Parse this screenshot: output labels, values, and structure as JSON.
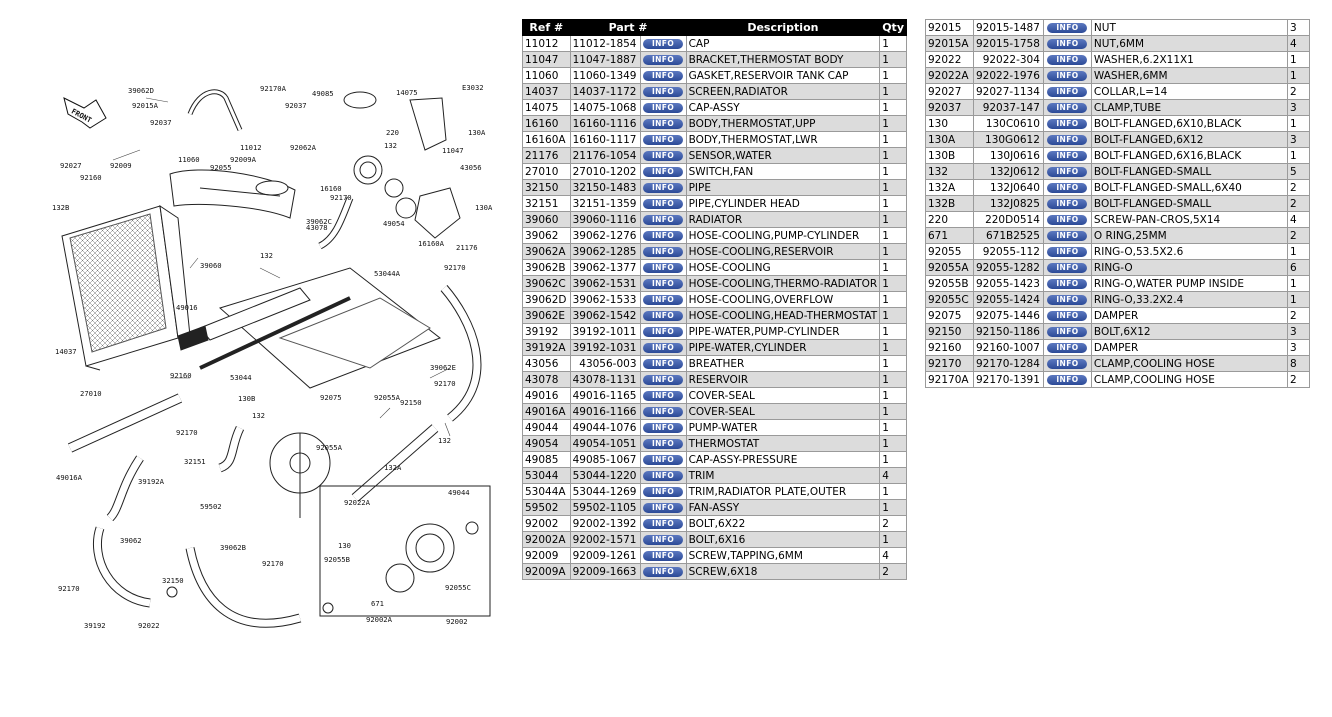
{
  "diagram": {
    "code": "E3032",
    "front_label": "FRONT",
    "callouts": [
      "39062D",
      "92170A",
      "92015A",
      "92037",
      "92037",
      "11060",
      "11012",
      "92009A",
      "92027",
      "92160",
      "92009",
      "132B",
      "39060",
      "14037",
      "92160",
      "27010",
      "132",
      "49016",
      "53044",
      "53044A",
      "49016A",
      "39192A",
      "39062",
      "92170",
      "39192",
      "92022",
      "130B",
      "132",
      "92075",
      "92170",
      "92150",
      "92055A",
      "32151",
      "59502",
      "39062B",
      "92170",
      "32150",
      "92002A",
      "671",
      "92002",
      "49044",
      "92055C",
      "92055B",
      "130",
      "92022A",
      "132A",
      "132",
      "92055",
      "16160",
      "92170",
      "39062C",
      "43078",
      "49085",
      "14075",
      "220",
      "130A",
      "11047",
      "43056",
      "130A",
      "49054",
      "16160A",
      "21176",
      "92170",
      "39062E",
      "92170",
      "92055A",
      "132",
      "92062A"
    ]
  },
  "table_headers": {
    "ref": "Ref #",
    "part": "Part #",
    "description": "Description",
    "qty": "Qty"
  },
  "info_label": "INFO",
  "left_rows": [
    {
      "ref": "11012",
      "part": "11012-1854",
      "desc": "CAP",
      "qty": "1"
    },
    {
      "ref": "11047",
      "part": "11047-1887",
      "desc": "BRACKET,THERMOSTAT BODY",
      "qty": "1"
    },
    {
      "ref": "11060",
      "part": "11060-1349",
      "desc": "GASKET,RESERVOIR TANK CAP",
      "qty": "1"
    },
    {
      "ref": "14037",
      "part": "14037-1172",
      "desc": "SCREEN,RADIATOR",
      "qty": "1"
    },
    {
      "ref": "14075",
      "part": "14075-1068",
      "desc": "CAP-ASSY",
      "qty": "1"
    },
    {
      "ref": "16160",
      "part": "16160-1116",
      "desc": "BODY,THERMOSTAT,UPP",
      "qty": "1"
    },
    {
      "ref": "16160A",
      "part": "16160-1117",
      "desc": "BODY,THERMOSTAT,LWR",
      "qty": "1"
    },
    {
      "ref": "21176",
      "part": "21176-1054",
      "desc": "SENSOR,WATER",
      "qty": "1"
    },
    {
      "ref": "27010",
      "part": "27010-1202",
      "desc": "SWITCH,FAN",
      "qty": "1"
    },
    {
      "ref": "32150",
      "part": "32150-1483",
      "desc": "PIPE",
      "qty": "1"
    },
    {
      "ref": "32151",
      "part": "32151-1359",
      "desc": "PIPE,CYLINDER HEAD",
      "qty": "1"
    },
    {
      "ref": "39060",
      "part": "39060-1116",
      "desc": "RADIATOR",
      "qty": "1"
    },
    {
      "ref": "39062",
      "part": "39062-1276",
      "desc": "HOSE-COOLING,PUMP-CYLINDER",
      "qty": "1"
    },
    {
      "ref": "39062A",
      "part": "39062-1285",
      "desc": "HOSE-COOLING,RESERVOIR",
      "qty": "1"
    },
    {
      "ref": "39062B",
      "part": "39062-1377",
      "desc": "HOSE-COOLING",
      "qty": "1"
    },
    {
      "ref": "39062C",
      "part": "39062-1531",
      "desc": "HOSE-COOLING,THERMO-RADIATOR",
      "qty": "1"
    },
    {
      "ref": "39062D",
      "part": "39062-1533",
      "desc": "HOSE-COOLING,OVERFLOW",
      "qty": "1"
    },
    {
      "ref": "39062E",
      "part": "39062-1542",
      "desc": "HOSE-COOLING,HEAD-THERMOSTAT",
      "qty": "1"
    },
    {
      "ref": "39192",
      "part": "39192-1011",
      "desc": "PIPE-WATER,PUMP-CYLINDER",
      "qty": "1"
    },
    {
      "ref": "39192A",
      "part": "39192-1031",
      "desc": "PIPE-WATER,CYLINDER",
      "qty": "1"
    },
    {
      "ref": "43056",
      "part": "43056-003",
      "desc": "BREATHER",
      "qty": "1"
    },
    {
      "ref": "43078",
      "part": "43078-1131",
      "desc": "RESERVOIR",
      "qty": "1"
    },
    {
      "ref": "49016",
      "part": "49016-1165",
      "desc": "COVER-SEAL",
      "qty": "1"
    },
    {
      "ref": "49016A",
      "part": "49016-1166",
      "desc": "COVER-SEAL",
      "qty": "1"
    },
    {
      "ref": "49044",
      "part": "49044-1076",
      "desc": "PUMP-WATER",
      "qty": "1"
    },
    {
      "ref": "49054",
      "part": "49054-1051",
      "desc": "THERMOSTAT",
      "qty": "1"
    },
    {
      "ref": "49085",
      "part": "49085-1067",
      "desc": "CAP-ASSY-PRESSURE",
      "qty": "1"
    },
    {
      "ref": "53044",
      "part": "53044-1220",
      "desc": "TRIM",
      "qty": "4"
    },
    {
      "ref": "53044A",
      "part": "53044-1269",
      "desc": "TRIM,RADIATOR PLATE,OUTER",
      "qty": "1"
    },
    {
      "ref": "59502",
      "part": "59502-1105",
      "desc": "FAN-ASSY",
      "qty": "1"
    },
    {
      "ref": "92002",
      "part": "92002-1392",
      "desc": "BOLT,6X22",
      "qty": "2"
    },
    {
      "ref": "92002A",
      "part": "92002-1571",
      "desc": "BOLT,6X16",
      "qty": "1"
    },
    {
      "ref": "92009",
      "part": "92009-1261",
      "desc": "SCREW,TAPPING,6MM",
      "qty": "4"
    },
    {
      "ref": "92009A",
      "part": "92009-1663",
      "desc": "SCREW,6X18",
      "qty": "2"
    }
  ],
  "right_rows": [
    {
      "ref": "92015",
      "part": "92015-1487",
      "desc": "NUT",
      "qty": "3"
    },
    {
      "ref": "92015A",
      "part": "92015-1758",
      "desc": "NUT,6MM",
      "qty": "4"
    },
    {
      "ref": "92022",
      "part": "92022-304",
      "desc": "WASHER,6.2X11X1",
      "qty": "1"
    },
    {
      "ref": "92022A",
      "part": "92022-1976",
      "desc": "WASHER,6MM",
      "qty": "1"
    },
    {
      "ref": "92027",
      "part": "92027-1134",
      "desc": "COLLAR,L=14",
      "qty": "2"
    },
    {
      "ref": "92037",
      "part": "92037-147",
      "desc": "CLAMP,TUBE",
      "qty": "3"
    },
    {
      "ref": "130",
      "part": "130C0610",
      "desc": "BOLT-FLANGED,6X10,BLACK",
      "qty": "1"
    },
    {
      "ref": "130A",
      "part": "130G0612",
      "desc": "BOLT-FLANGED,6X12",
      "qty": "3"
    },
    {
      "ref": "130B",
      "part": "130J0616",
      "desc": "BOLT-FLANGED,6X16,BLACK",
      "qty": "1"
    },
    {
      "ref": "132",
      "part": "132J0612",
      "desc": "BOLT-FLANGED-SMALL",
      "qty": "5"
    },
    {
      "ref": "132A",
      "part": "132J0640",
      "desc": "BOLT-FLANGED-SMALL,6X40",
      "qty": "2"
    },
    {
      "ref": "132B",
      "part": "132J0825",
      "desc": "BOLT-FLANGED-SMALL",
      "qty": "2"
    },
    {
      "ref": "220",
      "part": "220D0514",
      "desc": "SCREW-PAN-CROS,5X14",
      "qty": "4"
    },
    {
      "ref": "671",
      "part": "671B2525",
      "desc": "O RING,25MM",
      "qty": "2"
    },
    {
      "ref": "92055",
      "part": "92055-112",
      "desc": "RING-O,53.5X2.6",
      "qty": "1"
    },
    {
      "ref": "92055A",
      "part": "92055-1282",
      "desc": "RING-O",
      "qty": "6"
    },
    {
      "ref": "92055B",
      "part": "92055-1423",
      "desc": "RING-O,WATER PUMP INSIDE",
      "qty": "1"
    },
    {
      "ref": "92055C",
      "part": "92055-1424",
      "desc": "RING-O,33.2X2.4",
      "qty": "1"
    },
    {
      "ref": "92075",
      "part": "92075-1446",
      "desc": "DAMPER",
      "qty": "2"
    },
    {
      "ref": "92150",
      "part": "92150-1186",
      "desc": "BOLT,6X12",
      "qty": "3"
    },
    {
      "ref": "92160",
      "part": "92160-1007",
      "desc": "DAMPER",
      "qty": "3"
    },
    {
      "ref": "92170",
      "part": "92170-1284",
      "desc": "CLAMP,COOLING HOSE",
      "qty": "8"
    },
    {
      "ref": "92170A",
      "part": "92170-1391",
      "desc": "CLAMP,COOLING HOSE",
      "qty": "2"
    }
  ]
}
